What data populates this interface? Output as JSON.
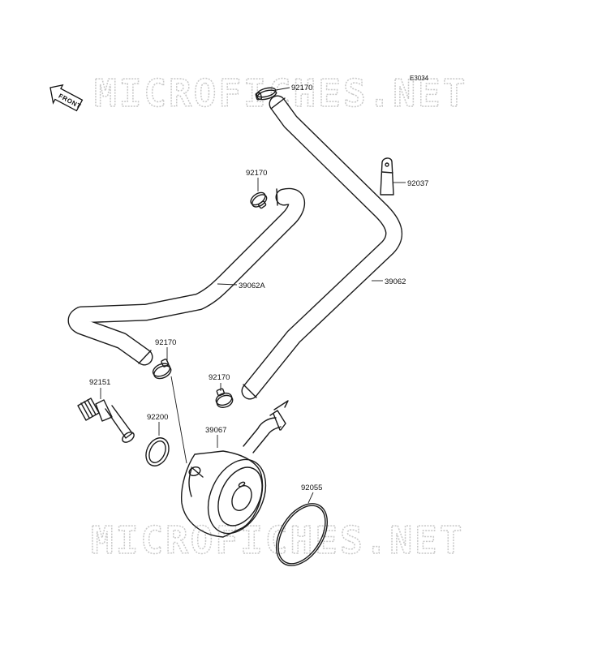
{
  "diagram_code": "E3034",
  "watermark": "MICROFICHES.NET",
  "front_label": "FRONT",
  "callouts": [
    {
      "id": "clamp-top",
      "label": "92170"
    },
    {
      "id": "clamp-mid",
      "label": "92170"
    },
    {
      "id": "bracket",
      "label": "92037"
    },
    {
      "id": "hose-a",
      "label": "39062A"
    },
    {
      "id": "hose-b",
      "label": "39062"
    },
    {
      "id": "clamp-left",
      "label": "92170"
    },
    {
      "id": "clamp-right",
      "label": "92170"
    },
    {
      "id": "bolt",
      "label": "92151"
    },
    {
      "id": "washer",
      "label": "92200"
    },
    {
      "id": "cooler",
      "label": "39067"
    },
    {
      "id": "oring",
      "label": "92055"
    }
  ],
  "colors": {
    "line": "#1a1a1a",
    "watermark_outline": "#c8c8c8",
    "background": "#ffffff"
  }
}
